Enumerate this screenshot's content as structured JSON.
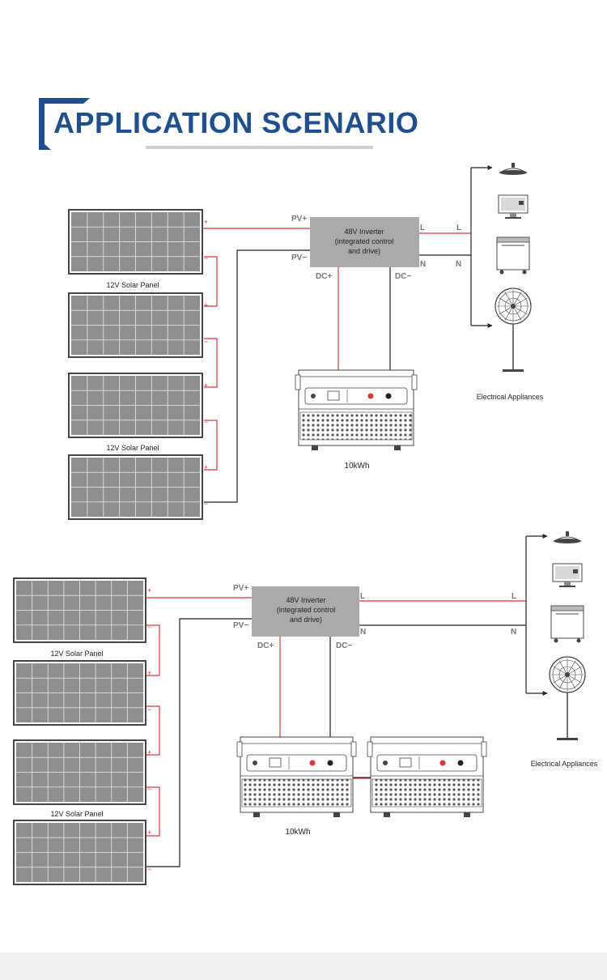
{
  "heading": {
    "title": "APPLICATION SCENARIO"
  },
  "colors": {
    "brand_blue": "#1f4f8f",
    "positive_wire": "#d9363e",
    "negative_wire": "#222222",
    "panel_fill": "#8e8e8e",
    "inverter_fill": "#aaaaaa"
  },
  "diagram1": {
    "panel_label_top": "12V Solar Panel",
    "panel_label_bottom": "12V Solar Panel",
    "plus": "+",
    "minus": "−",
    "pv_plus": "PV+",
    "pv_minus": "PV−",
    "inverter_line1": "48V Inverter",
    "inverter_line2": "(integrated control",
    "inverter_line3": "and drive)",
    "dc_plus": "DC+",
    "dc_minus": "DC−",
    "l_label": "L",
    "n_label": "N",
    "battery_label": "10kWh",
    "appliances_label": "Electrical Appliances"
  },
  "diagram2": {
    "panel_label_top": "12V Solar Panel",
    "panel_label_bottom": "12V Solar Panel",
    "plus": "+",
    "minus": "−",
    "pv_plus": "PV+",
    "pv_minus": "PV−",
    "inverter_line1": "48V Inverter",
    "inverter_line2": "(integrated control",
    "inverter_line3": "and drive)",
    "dc_plus": "DC+",
    "dc_minus": "DC−",
    "l_label": "L",
    "n_label": "N",
    "battery_label": "10kWh",
    "appliances_label": "Electrical Appliances"
  }
}
